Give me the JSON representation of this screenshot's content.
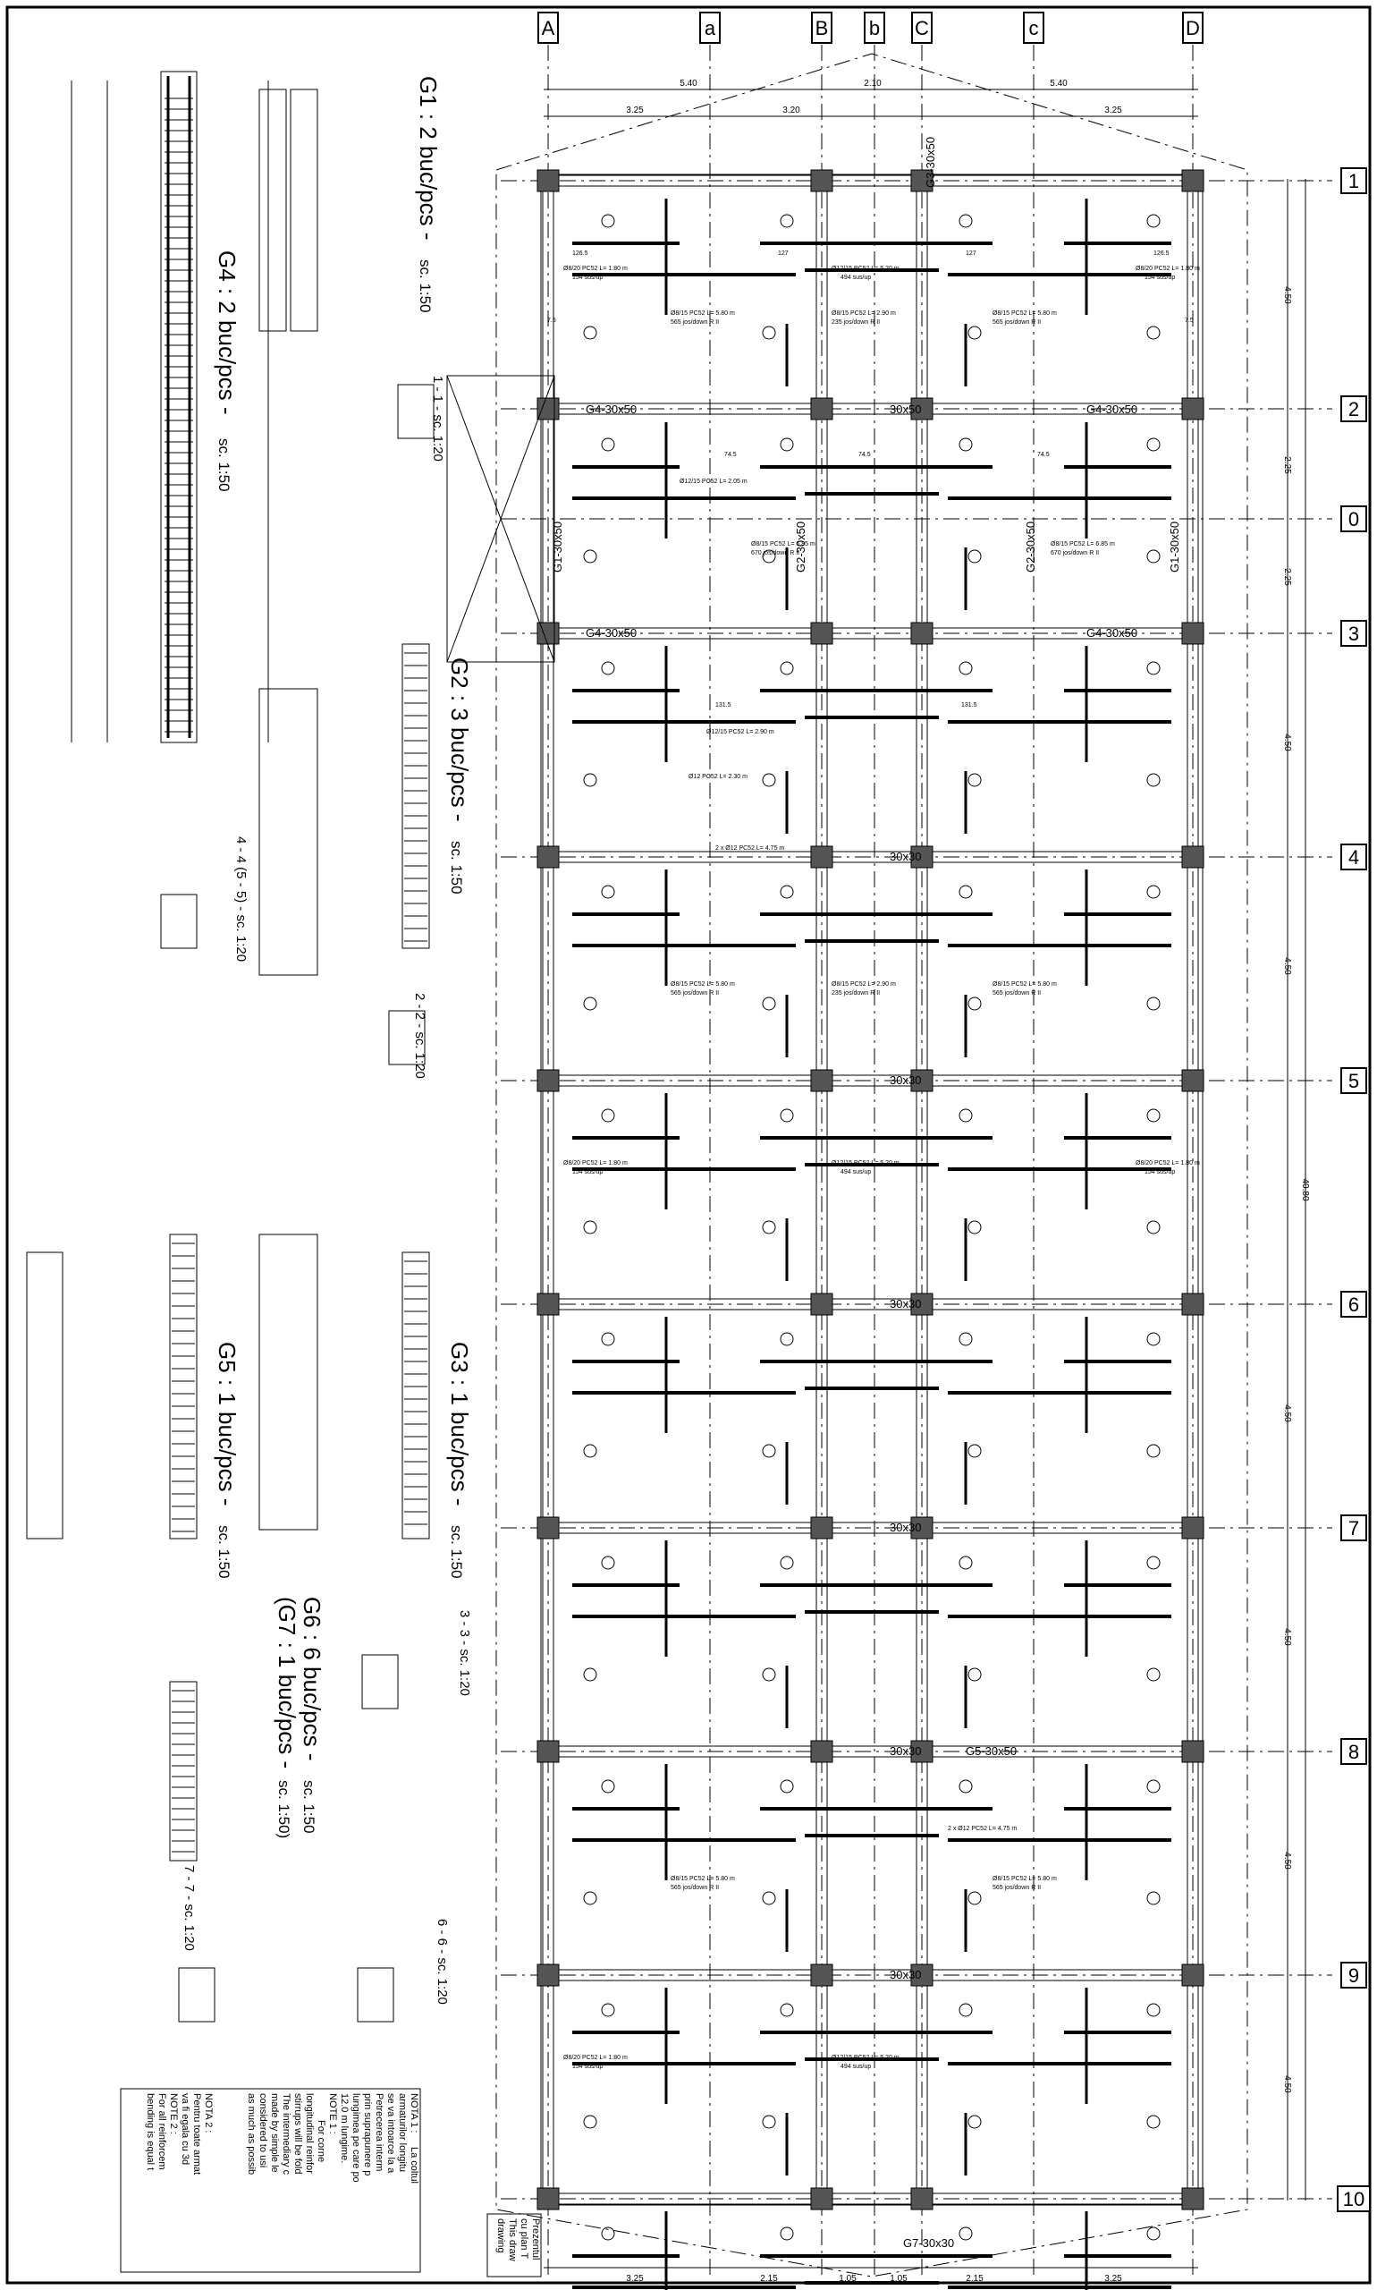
{
  "axes": {
    "letters": [
      "A",
      "a",
      "B",
      "b",
      "C",
      "c",
      "D"
    ],
    "numbers": [
      "1",
      "2",
      "0",
      "3",
      "4",
      "5",
      "6",
      "7",
      "8",
      "9",
      "10"
    ]
  },
  "dims": {
    "top": [
      "5.40",
      "2.10",
      "5.40"
    ],
    "top_sub": [
      "3.25",
      "3.20",
      "3.25"
    ],
    "right": [
      "4.50",
      "2.25",
      "2.25",
      "4.50",
      "4.50",
      "4.50",
      "4.50",
      "4.50",
      "4.50",
      "4.50"
    ],
    "total": "40.80",
    "bottom": [
      "3.25",
      "2.15",
      "1.05",
      "1.05",
      "2.15",
      "3.25"
    ]
  },
  "beams": [
    "G4-30x50",
    "G4-30x50",
    "G1-30x50",
    "G2-30x50",
    "G2-30x50",
    "G4-30x50",
    "G3-30x50",
    "G4-30x50",
    "G5-30x50",
    "G7-30x30",
    "G1-30x50"
  ],
  "beam_col_labels": [
    "30x30",
    "30x30",
    "30x30",
    "30x30",
    "30x30",
    "30x30",
    "30x50"
  ],
  "rebars": {
    "r3": "Ø8/15 PC52 L= 5.80 m",
    "r3b": "565 jos/down R II",
    "r4": "Ø8/15 PC52 L= 2.90 m",
    "r4b": "235 jos/down R II",
    "r11": "Ø8/20 PC52 L= 1.80 m",
    "r11b": "154 sus/up",
    "r12": "Ø12/15 PC52 L= 5.20 m",
    "r12b": "494 sus/up",
    "r19": "sus/up R II",
    "r5": "Ø8/15 PC52 L= 6.85 m",
    "r5b": "670 jos/down R II",
    "r14": "Ø12/15 PC52 L= 2.05 m",
    "r16": "Ø12/15 PC52 L= 2.90 m",
    "r18": "Ø12 PC52 L= 2.30 m",
    "r2x": "2 x Ø12 PC52 L= 4.75 m",
    "val1265": "126.5",
    "val127": "127",
    "val745": "74.5",
    "val1315": "131.5",
    "val75": "7.5"
  },
  "titles": {
    "g1": "G1 : 2 buc/pcs  -",
    "g1_sc": "sc. 1:50",
    "g4": "G4 : 2 buc/pcs  -",
    "g4_sc": "sc. 1:50",
    "g2": "G2 : 3 buc/pcs  -",
    "g2_sc": "sc. 1:50",
    "g3": "G3 : 1 buc/pcs  -",
    "g3_sc": "sc. 1:50",
    "g5": "G5 : 1 buc/pcs  -",
    "g5_sc": "sc. 1:50",
    "g6": "G6 : 6 buc/pcs  -",
    "g6_sc": "sc. 1:50",
    "g7": "(G7 : 1 buc/pcs  -",
    "g7_sc": "sc. 1:50)",
    "s11": "1 - 1  -  sc. 1:20",
    "s22": "2 - 2  -  sc. 1:20",
    "s33": "3 - 3  -  sc. 1:20",
    "s44": "4 - 4 (5 - 5)  -  sc. 1:20",
    "s66": "6 - 6  -  sc. 1:20",
    "s77": "7 - 7  -  sc. 1:20"
  },
  "notes": {
    "n1": "NOTA 1 :",
    "n1a": "La coltul",
    "n1b": "armaturilor longitu",
    "n1c": "se va intoarce la a",
    "n1d": "Petrecerea interm",
    "n1e": "prin suprapunere p",
    "n1f": "lungimea pe care po",
    "n1g": "12.0 m lungime.",
    "n1h": "NOTE 1 :",
    "n1i": "For corne",
    "n1j": "longitudinal reinfor",
    "n1k": "stirrups will be fold",
    "n1l": "The intermediary c",
    "n1m": "made by simple le",
    "n1n": "considered to usi",
    "n1o": "as much as possib",
    "n2": "NOTA 2 :",
    "n2a": "Pentru toate armat",
    "n2b": "va fi egala cu 3d",
    "n2c": "NOTE 2 :",
    "n2d": "For all reinforcem",
    "n2e": "bending is equal t",
    "p1": "Prezentul",
    "p2": "cu plan T",
    "p3": "This draw",
    "p4": "drawing"
  },
  "colors": {
    "ink": "#000000",
    "column_fill": "#555555",
    "paper": "#ffffff"
  }
}
